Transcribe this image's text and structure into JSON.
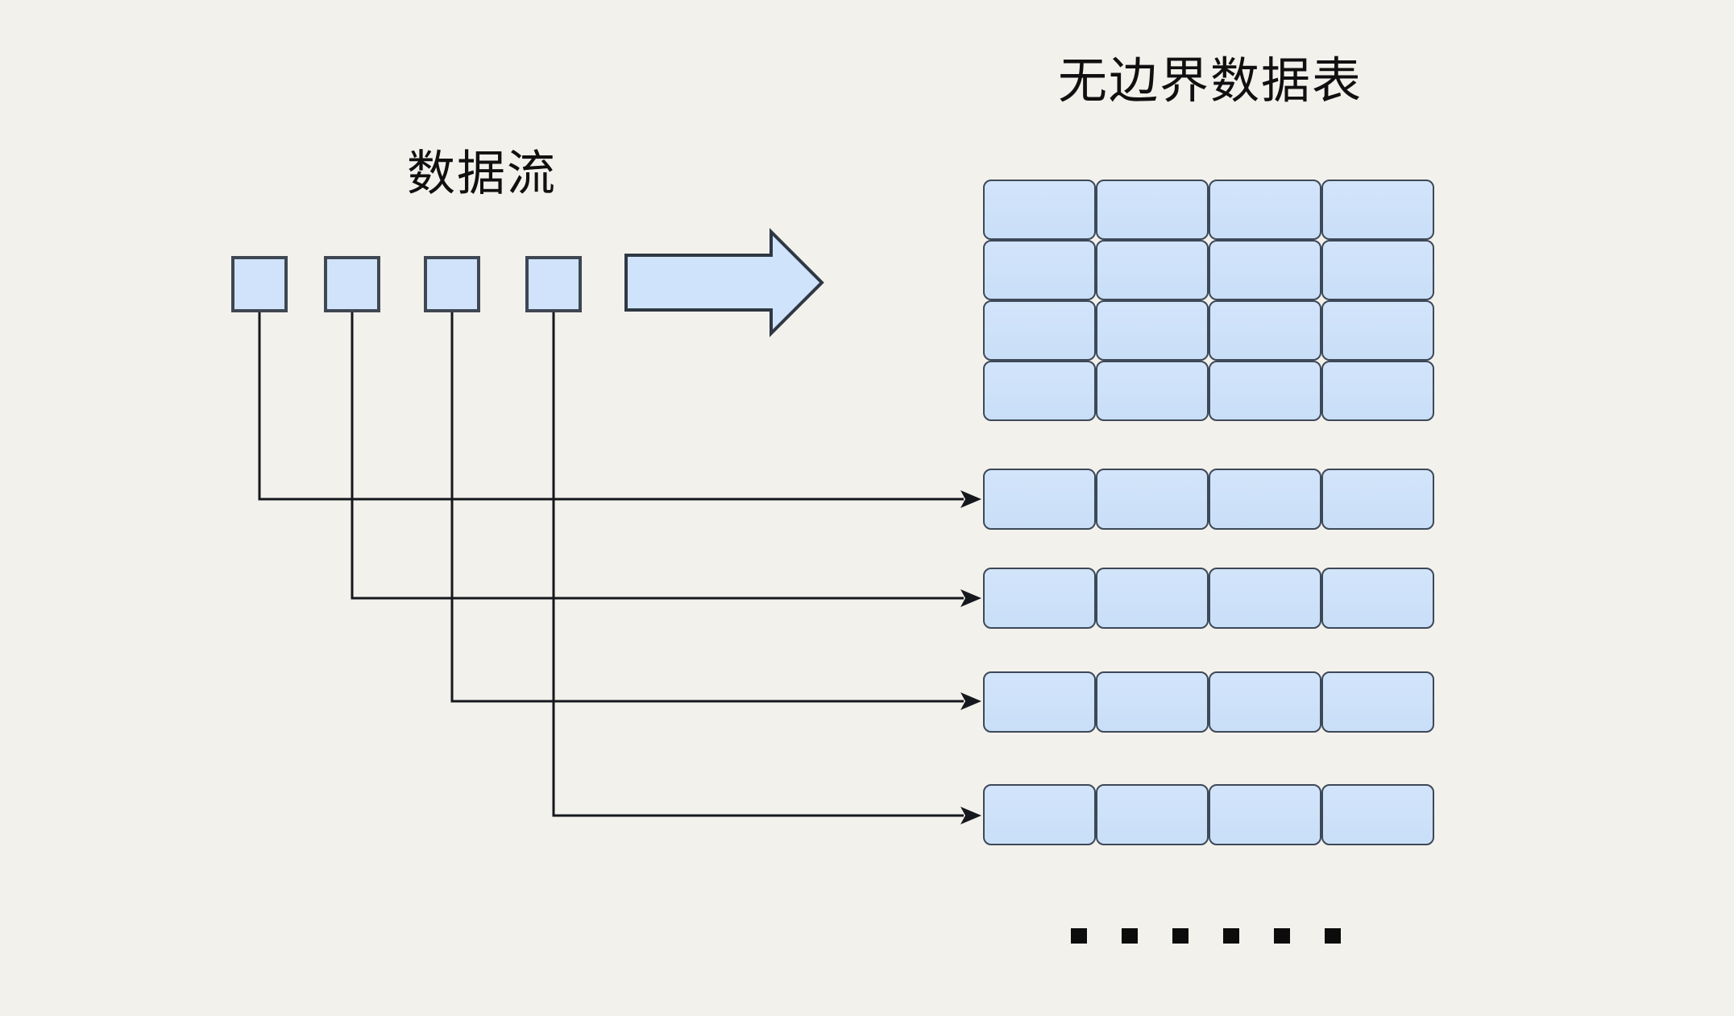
{
  "background_color": "#f3f1ec",
  "text_color": "#101010",
  "stream": {
    "title": "数据流",
    "item_count": 4,
    "item_icon": "data-record-square",
    "item_fill": "#d0e3fa",
    "item_border": "#3e4752"
  },
  "flow_arrow": {
    "icon": "right-block-arrow-icon",
    "fill": "#cfe4fb",
    "stroke": "#2f3844"
  },
  "table": {
    "title": "无边界数据表",
    "grid": {
      "rows": 4,
      "cols": 4
    },
    "appended_rows": {
      "count": 4,
      "cols": 4
    },
    "cell_fill": "#d2e4fa",
    "cell_border": "#3d4858"
  },
  "connectors": {
    "count": 4,
    "style": "elbow",
    "arrowhead": "filled-triangle",
    "color": "#15181d"
  },
  "ellipsis": {
    "dot_count": 6,
    "color": "#0c0c0c"
  }
}
